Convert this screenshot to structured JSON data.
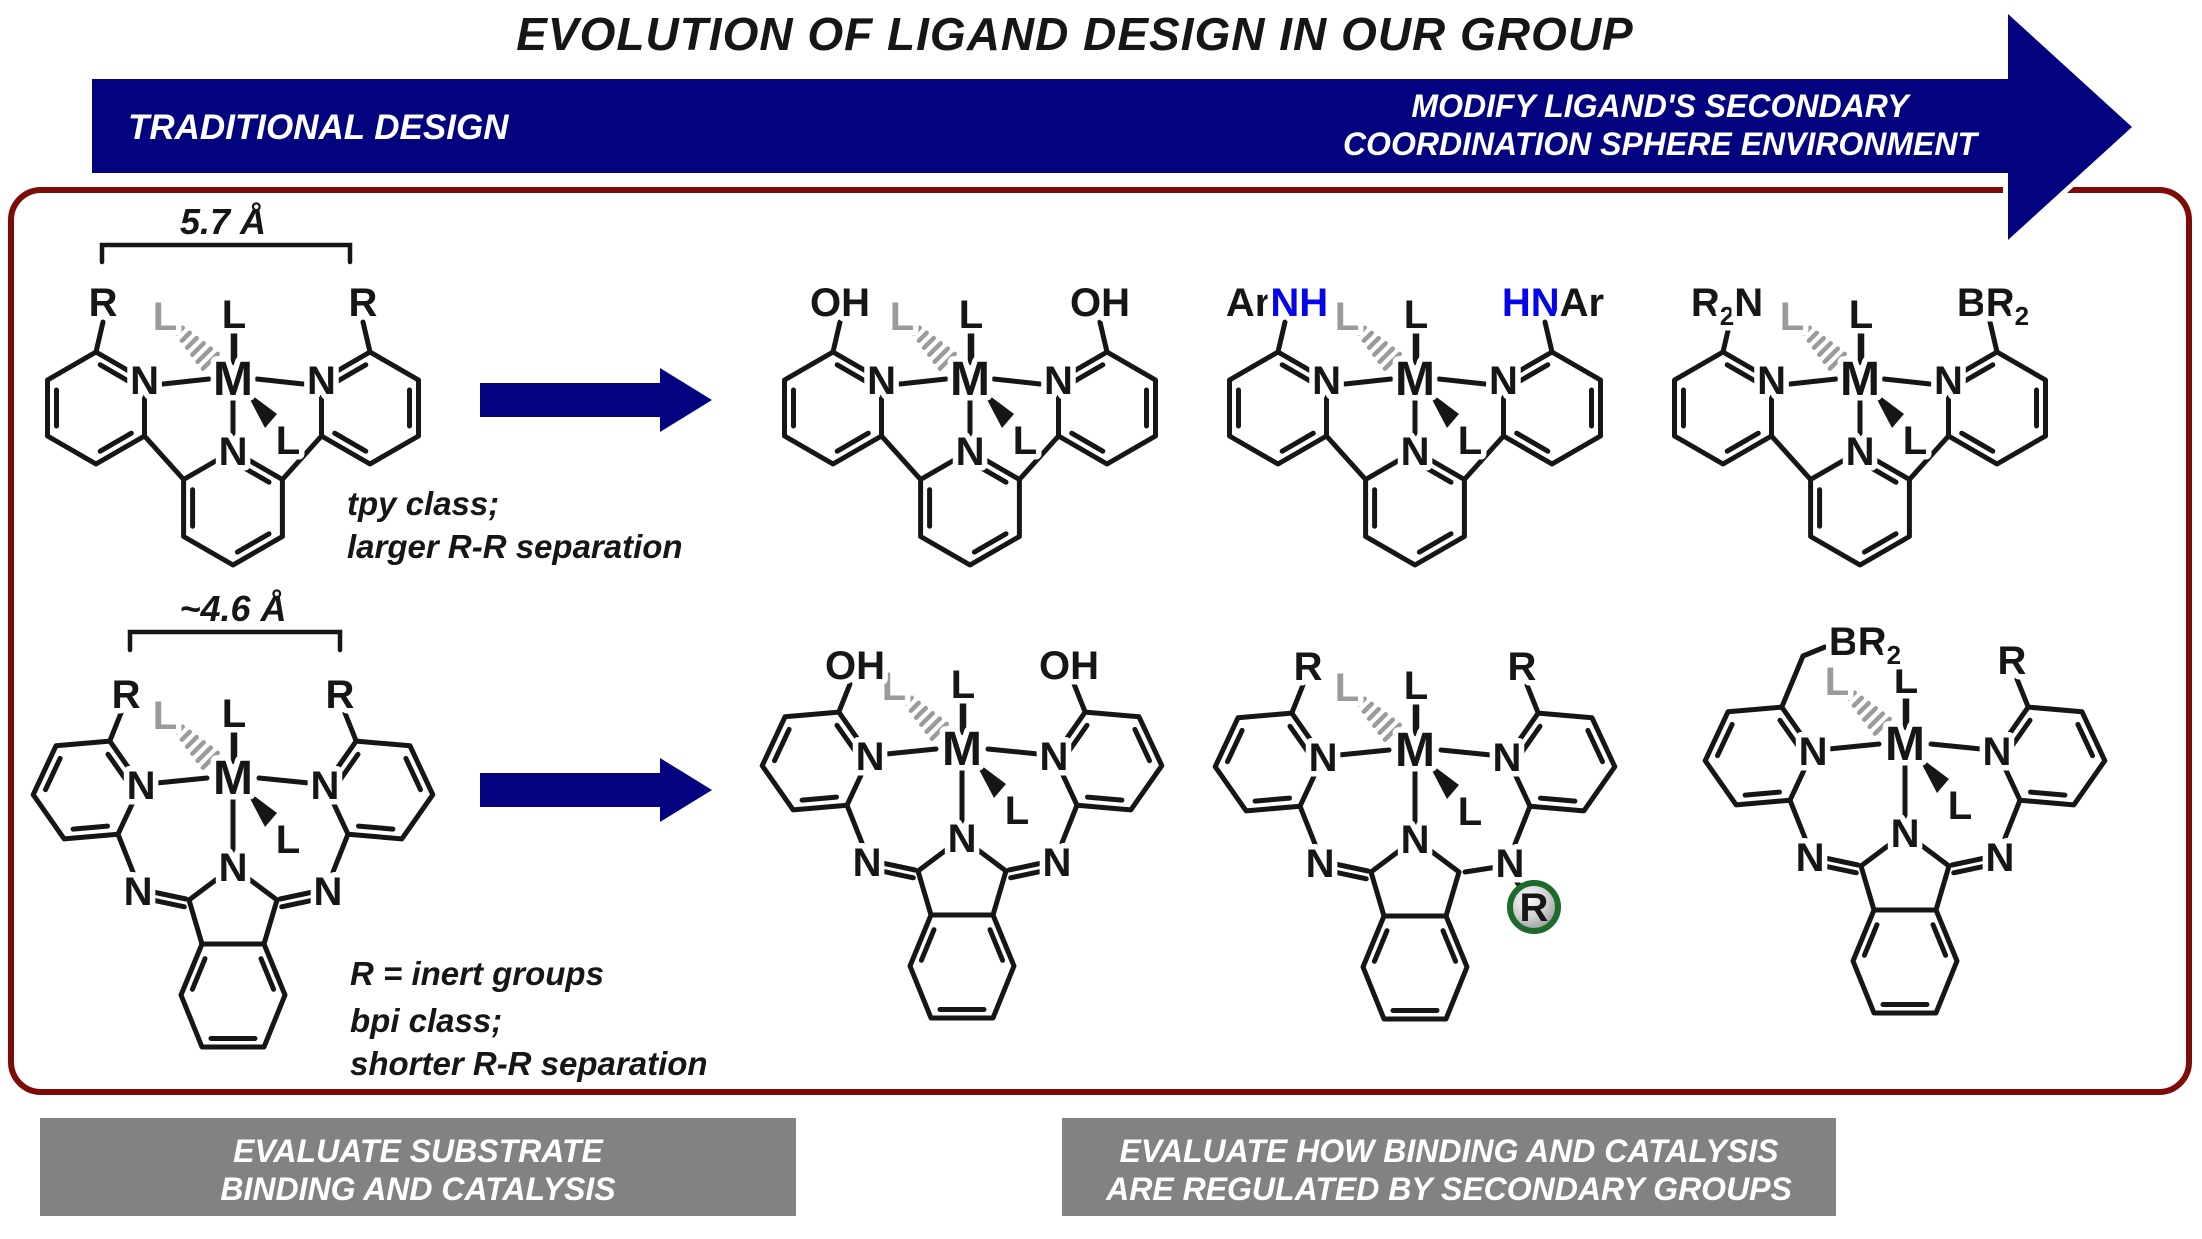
{
  "title": "EVOLUTION OF LIGAND DESIGN IN OUR GROUP",
  "banner": {
    "left": "TRADITIONAL DESIGN",
    "right_line1": "MODIFY LIGAND'S SECONDARY",
    "right_line2": "COORDINATION SPHERE ENVIRONMENT"
  },
  "colors": {
    "banner_navy": "#030380",
    "panel_border_red": "#7d0b08",
    "substituent_blue": "#0505ec",
    "substituent_maroon": "#8b1c15",
    "footer_gray": "#828282",
    "hashed_ligand_gray": "#9b9b9b",
    "circle_green": "#1c6b2d"
  },
  "atoms": {
    "metal": "M",
    "nitrogen": "N",
    "ligand": "L"
  },
  "measurements": {
    "tpy_distance": "5.7 Å",
    "bpi_distance": "~4.6 Å"
  },
  "notes": {
    "tpy_line1": "tpy class;",
    "tpy_line2": "larger R-R separation",
    "r_note": "R = inert groups",
    "bpi_line1": "bpi class;",
    "bpi_line2": "shorter R-R separation"
  },
  "footer": {
    "left_line1": "EVALUATE SUBSTRATE",
    "left_line2": "BINDING AND CATALYSIS",
    "right_line1": "EVALUATE HOW BINDING AND CATALYSIS",
    "right_line2": "ARE REGULATED BY SECONDARY GROUPS"
  },
  "structures": {
    "tpy_r": {
      "left": {
        "parts": [
          {
            "t": "R"
          }
        ]
      },
      "right": {
        "parts": [
          {
            "t": "R"
          }
        ]
      }
    },
    "tpy_oh": {
      "left": {
        "color": "#0505ec",
        "parts": [
          {
            "t": "OH"
          }
        ]
      },
      "right": {
        "color": "#0505ec",
        "parts": [
          {
            "t": "OH"
          }
        ]
      }
    },
    "tpy_arnh": {
      "left": {
        "parts": [
          {
            "t": "Ar",
            "c": "#161616"
          },
          {
            "t": "NH",
            "c": "#0505ec"
          }
        ]
      },
      "right": {
        "parts": [
          {
            "t": "HN",
            "c": "#0505ec"
          },
          {
            "t": "Ar",
            "c": "#161616"
          }
        ]
      }
    },
    "tpy_nb": {
      "left": {
        "color": "#0505ec",
        "parts": [
          {
            "t": "R"
          },
          {
            "t": "2",
            "sub": true
          },
          {
            "t": "N"
          }
        ]
      },
      "right": {
        "color": "#8b1c15",
        "parts": [
          {
            "t": "B"
          },
          {
            "t": "R"
          },
          {
            "t": "2",
            "sub": true
          }
        ]
      }
    },
    "bpi_r": {
      "left": {
        "parts": [
          {
            "t": "R"
          }
        ]
      },
      "right": {
        "parts": [
          {
            "t": "R"
          }
        ]
      }
    },
    "bpi_oh": {
      "left": {
        "color": "#0505ec",
        "parts": [
          {
            "t": "OH"
          }
        ]
      },
      "right": {
        "color": "#0505ec",
        "parts": [
          {
            "t": "OH"
          }
        ]
      }
    },
    "bpi_nr": {
      "left": {
        "parts": [
          {
            "t": "R"
          }
        ]
      },
      "right": {
        "parts": [
          {
            "t": "R"
          }
        ]
      },
      "circled": "R"
    },
    "bpi_br2": {
      "left": {
        "color": "#8b1c15",
        "parts": [
          {
            "t": "B"
          },
          {
            "t": "R"
          },
          {
            "t": "2",
            "sub": true
          }
        ]
      },
      "right": {
        "parts": [
          {
            "t": "R"
          }
        ]
      }
    }
  }
}
